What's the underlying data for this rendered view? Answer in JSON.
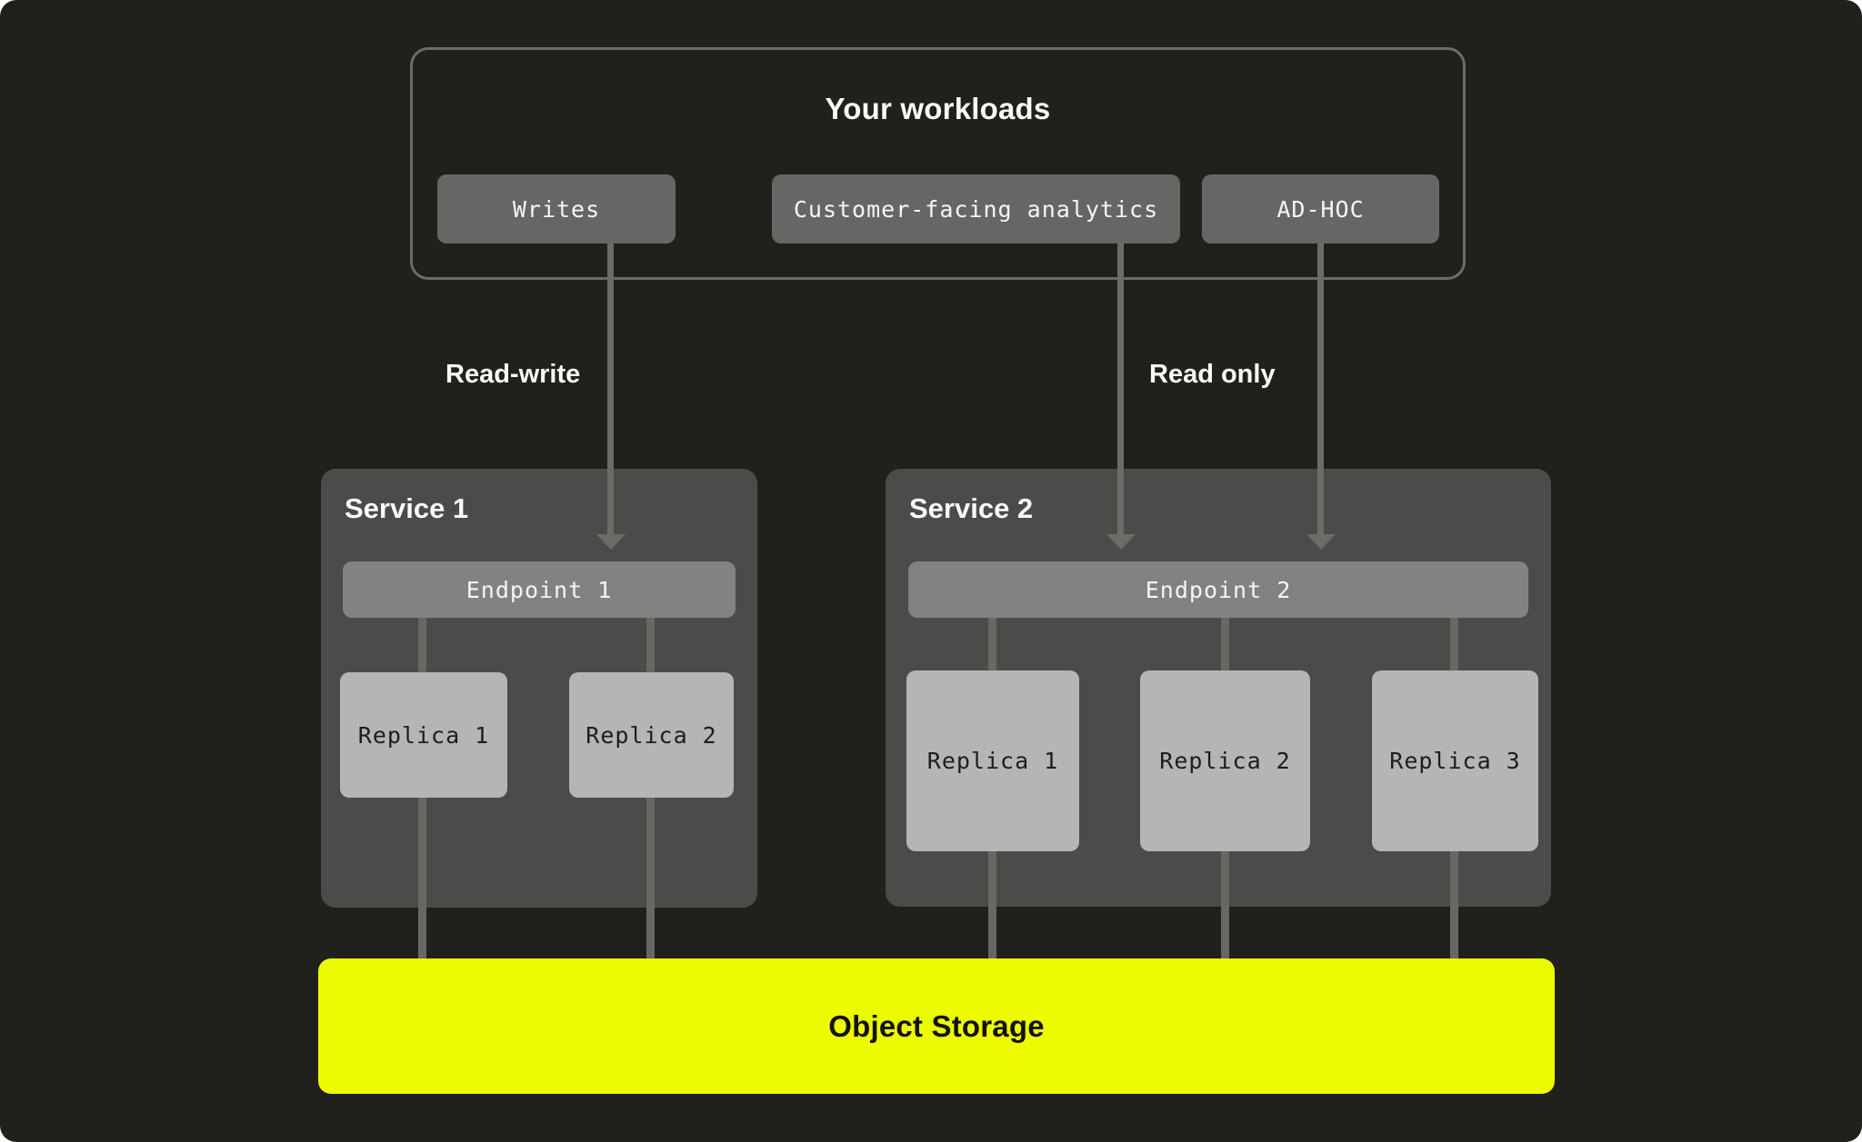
{
  "workloads": {
    "title": "Your workloads",
    "buttons": [
      "Writes",
      "Customer-facing analytics",
      "AD-HOC"
    ]
  },
  "edge_labels": {
    "read_write": "Read-write",
    "read_only": "Read only"
  },
  "services": [
    {
      "title": "Service 1",
      "endpoint": "Endpoint 1",
      "replicas": [
        "Replica 1",
        "Replica 2"
      ]
    },
    {
      "title": "Service 2",
      "endpoint": "Endpoint 2",
      "replicas": [
        "Replica 1",
        "Replica 2",
        "Replica 3"
      ]
    }
  ],
  "storage": {
    "label": "Object Storage"
  },
  "colors": {
    "background": "#20211C",
    "panel": "#4B4B49",
    "workload_chip": "#666664",
    "endpoint_bar": "#828280",
    "replica_box": "#B5B5B3",
    "line_and_border": "#6B6B68",
    "storage_bar": "#ECFB00",
    "text_light": "#FAFAF8",
    "text_dark": "#1D1D1B"
  }
}
